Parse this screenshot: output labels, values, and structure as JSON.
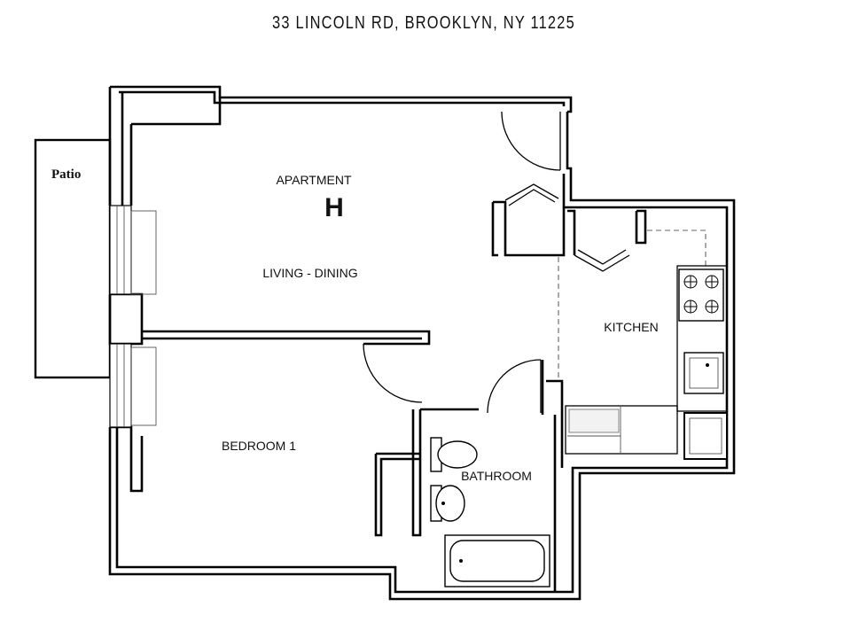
{
  "header": {
    "address": "33 LINCOLN RD, BROOKLYN, NY 11225"
  },
  "rooms": {
    "patio": "Patio",
    "apartment_label": "APARTMENT",
    "apartment_letter": "H",
    "living_dining": "LIVING - DINING",
    "kitchen": "KITCHEN",
    "bedroom": "BEDROOM 1",
    "bathroom": "BATHROOM"
  },
  "icons": [
    "door-swing-icon",
    "range-icon",
    "sink-icon",
    "toilet-icon",
    "bathtub-icon",
    "window-icon"
  ]
}
